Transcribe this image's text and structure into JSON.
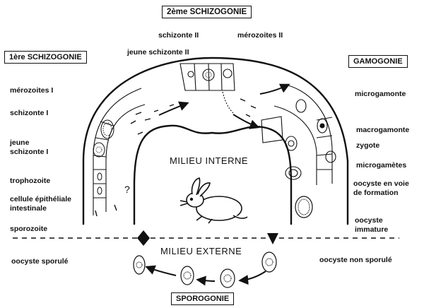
{
  "headings": {
    "schizogonie_2": "2ème SCHIZOGONIE",
    "schizogonie_1": "1ère SCHIZOGONIE",
    "gamogonie": "GAMOGONIE",
    "sporogonie": "SPOROGONIE"
  },
  "top_labels": {
    "schizonte_2": "schizonte II",
    "merozoites_2": "mérozoites II",
    "jeune_schizonte_2": "jeune schizonte II"
  },
  "left_labels": {
    "merozoites_1": "mérozoites I",
    "schizonte_1": "schizonte I",
    "jeune_schizonte_1_line1": "jeune",
    "jeune_schizonte_1_line2": "schizonte I",
    "trophozoite": "trophozoite",
    "cellule_line1": "cellule épithéliale",
    "cellule_line2": "intestinale",
    "sporozoite": "sporozoite",
    "oocyste_sporule": "oocyste sporulé"
  },
  "right_labels": {
    "microgamonte": "microgamonte",
    "macrogamonte": "macrogamonte",
    "zygote": "zygote",
    "microgametes": "microgamètes",
    "oocyste_formation_line1": "oocyste en voie",
    "oocyste_formation_line2": "de formation",
    "oocyste_immature_line1": "oocyste",
    "oocyste_immature_line2": "immature",
    "oocyste_non_sporule": "oocyste non sporulé"
  },
  "center": {
    "milieu_interne": "MILIEU INTERNE",
    "milieu_externe": "MILIEU EXTERNE",
    "question_mark": "?"
  },
  "icons": [
    "rabbit-icon",
    "arrow-icon",
    "oocyst-icon",
    "cell-icon"
  ]
}
